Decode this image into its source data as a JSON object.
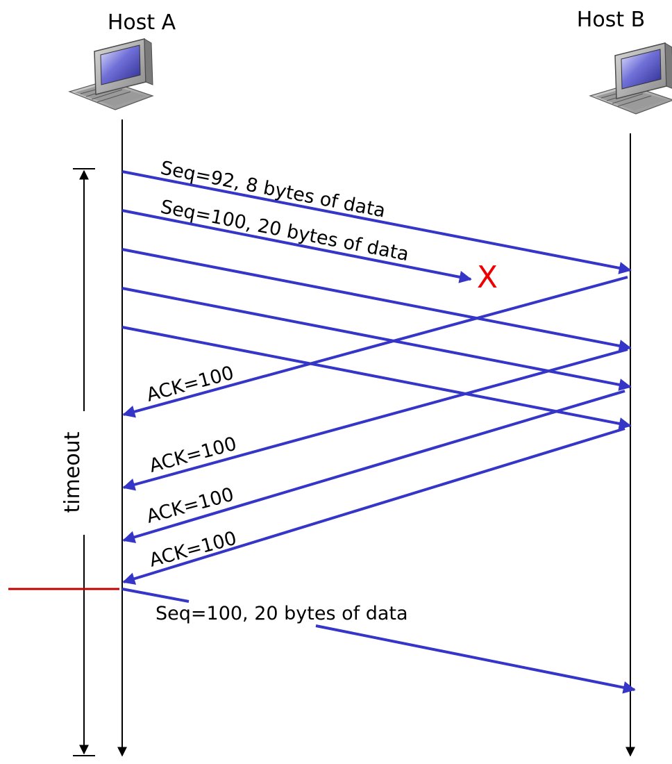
{
  "hosts": {
    "a": {
      "label": "Host A",
      "icon": "desktop-computer-icon"
    },
    "b": {
      "label": "Host B",
      "icon": "desktop-computer-icon"
    }
  },
  "messages": {
    "seg1": "Seq=92, 8 bytes of data",
    "seg2": "Seq=100, 20 bytes of data",
    "ack1": "ACK=100",
    "ack2": "ACK=100",
    "ack3": "ACK=100",
    "ack4": "ACK=100",
    "retransmit": "Seq=100, 20 bytes of data"
  },
  "loss_marker": "X",
  "timer": {
    "label": "timeout"
  },
  "colors": {
    "message_line": "#3535c8",
    "loss_marker": "#ee0000",
    "timeout_marker": "#c00000",
    "timeline": "#000000"
  }
}
